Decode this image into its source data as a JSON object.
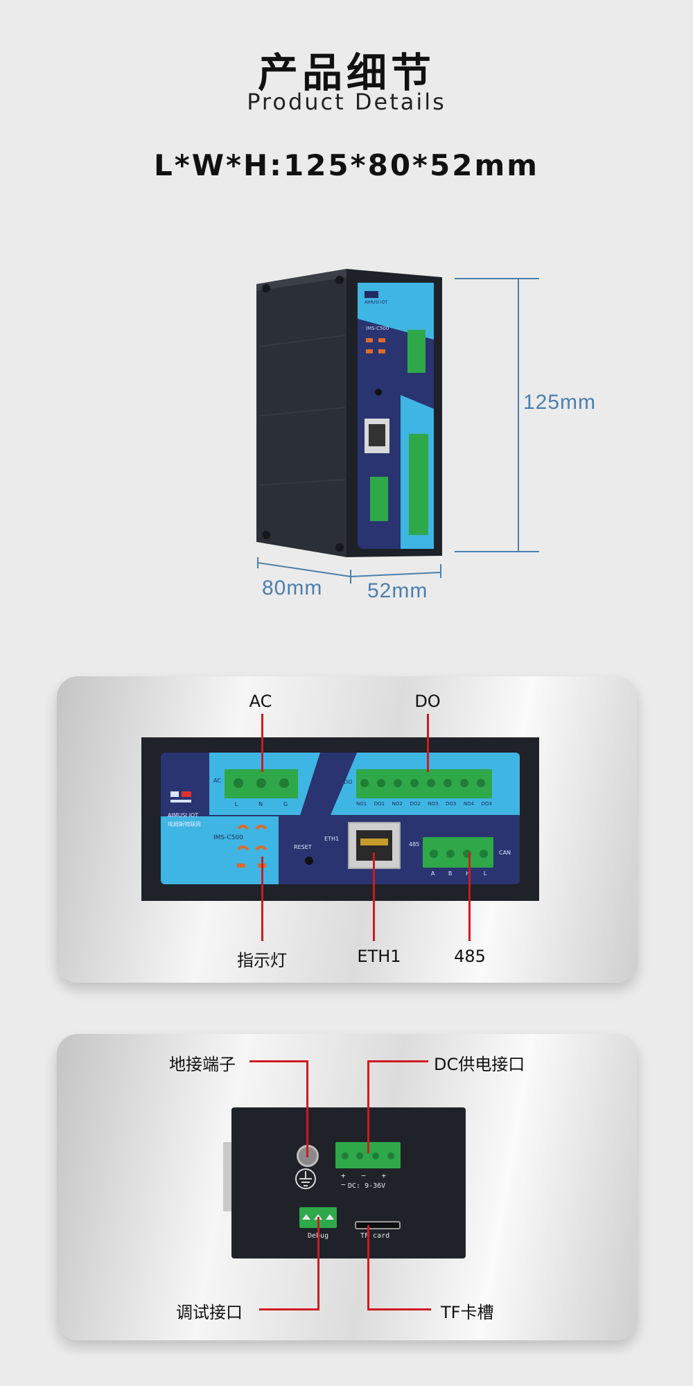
{
  "header": {
    "title_cn": "产品细节",
    "title_en": "Product Details",
    "dimensions": "L*W*H:125*80*52mm"
  },
  "device_view": {
    "height_label": "125mm",
    "length_label": "80mm",
    "width_label": "52mm"
  },
  "front_panel": {
    "callouts": {
      "ac": "AC",
      "do": "DO",
      "indicator": "指示灯",
      "eth1": "ETH1",
      "rs485": "485"
    },
    "printed": {
      "brand": "AIMUSI IOT",
      "brand_cn": "埃姆斯物联网",
      "model": "IMS-C500",
      "reset": "RESET",
      "eth": "ETH1",
      "ac": "AC",
      "ac_pins": [
        "L",
        "N",
        "G"
      ],
      "do": "DO",
      "do_pins": [
        "NO1",
        "DO1",
        "NO2",
        "DO2",
        "NO3",
        "DO3",
        "NO4",
        "DO4"
      ],
      "rs485": "485",
      "can": "CAN",
      "bus_pins": [
        "A",
        "B",
        "H",
        "L"
      ]
    }
  },
  "rear_panel": {
    "callouts": {
      "ground": "地接端子",
      "dc": "DC供电接口",
      "debug": "调试接口",
      "tf": "TF卡槽"
    },
    "printed": {
      "dc_polarity": "+ − + −",
      "dc_range": "DC: 9-36V",
      "debug": "Debug",
      "tf": "TF card"
    }
  },
  "colors": {
    "dimension_blue": "#4a7fad",
    "callout_red": "#d0191f",
    "panel_navy": "#2a3470",
    "panel_cyan": "#3fb5e3",
    "terminal_green": "#2fa84a"
  }
}
